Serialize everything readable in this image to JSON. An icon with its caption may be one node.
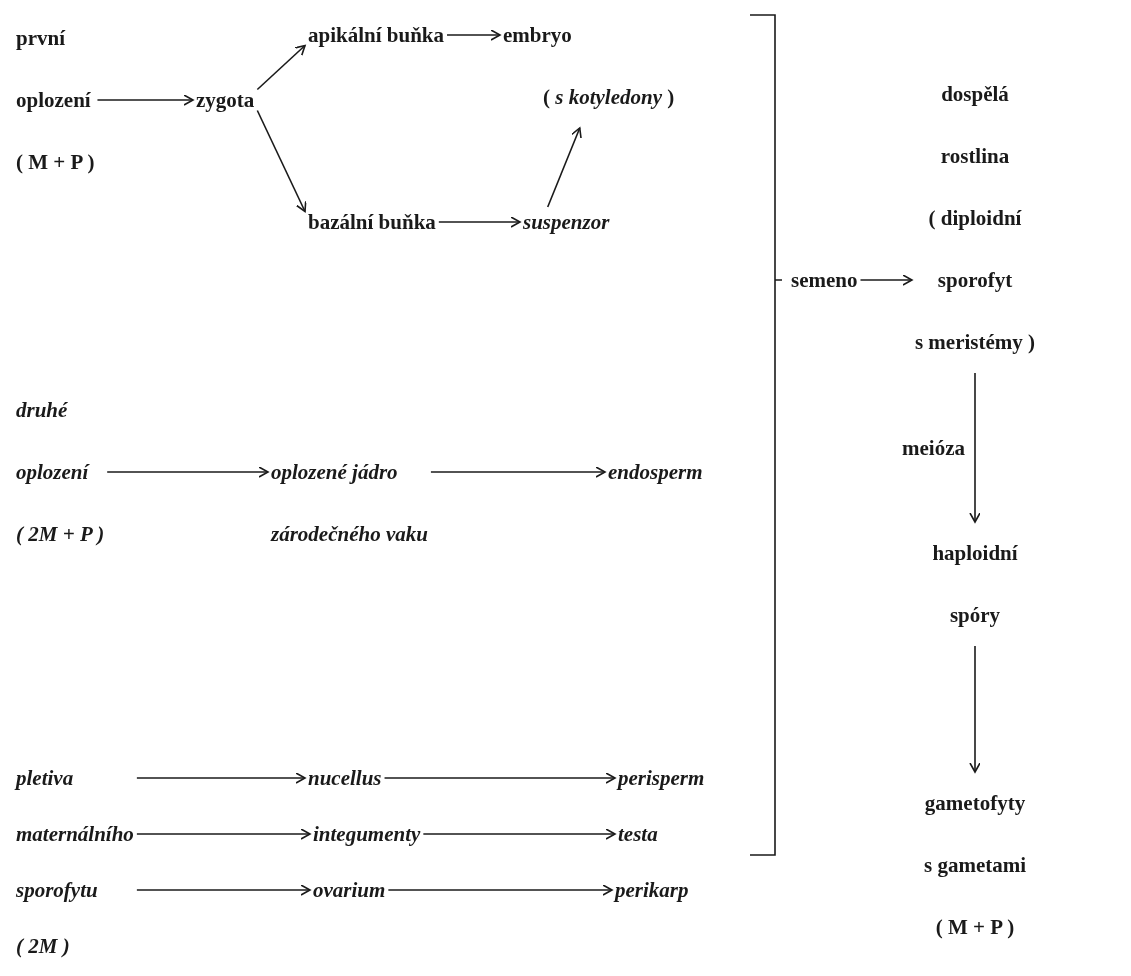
{
  "diagram": {
    "nodes": [
      {
        "text": [
          "první oplození ( M + P )"
        ]
      },
      {
        "text": [
          "zygota"
        ]
      },
      {
        "text": [
          "apikální buňka"
        ]
      },
      {
        "text": [
          "embryo",
          "( *s kotyledony* )"
        ]
      },
      {
        "text": [
          "bazální buňka"
        ]
      },
      {
        "text": [
          "suspenzor"
        ]
      },
      {
        "text": [
          "druhé oplození ( 2M + P )"
        ]
      },
      {
        "text": [
          "oplozené jádro zárodečného vaku"
        ]
      },
      {
        "text": [
          "endosperm"
        ]
      },
      {
        "text": [
          "pletiva maternálního sporofytu ( 2M )"
        ]
      },
      {
        "text": [
          "nucellus"
        ]
      },
      {
        "text": [
          "integumenty"
        ]
      },
      {
        "text": [
          "ovarium"
        ]
      },
      {
        "text": [
          "perisperm"
        ]
      },
      {
        "text": [
          "testa"
        ]
      },
      {
        "text": [
          "perikarp"
        ]
      },
      {
        "text": [
          "semeno"
        ]
      },
      {
        "text": [
          "dospělá rostlina ( diploidní sporofyt s meristémy )"
        ]
      },
      {
        "text": [
          "haploidní spóry"
        ]
      },
      {
        "text": [
          "gametofyty s gametami ( M + P )"
        ]
      }
    ],
    "edges": [
      {
        "from": 0,
        "to": 1,
        "arrow": "to"
      },
      {
        "from": 1,
        "to": 2,
        "arrow": "to"
      },
      {
        "from": 1,
        "to": 4,
        "arrow": "to"
      },
      {
        "from": 2,
        "to": 3,
        "arrow": "to"
      },
      {
        "from": 4,
        "to": 5,
        "arrow": "to"
      },
      {
        "from": 5,
        "to": 3,
        "arrow": "to"
      },
      {
        "from": 6,
        "to": 7,
        "arrow": "to"
      },
      {
        "from": 7,
        "to": 8,
        "arrow": "to"
      },
      {
        "from": 9,
        "to": 10,
        "arrow": "to"
      },
      {
        "from": 9,
        "to": 11,
        "arrow": "to"
      },
      {
        "from": 9,
        "to": 12,
        "arrow": "to"
      },
      {
        "from": 10,
        "to": 13,
        "arrow": "to"
      },
      {
        "from": 11,
        "to": 14,
        "arrow": "to"
      },
      {
        "from": 12,
        "to": 15,
        "arrow": "to"
      },
      {
        "from": 16,
        "to": 17,
        "arrow": "to"
      },
      {
        "from": 17,
        "to": 18,
        "arrow": "to",
        "label": "meióza"
      },
      {
        "from": 18,
        "to": 19,
        "arrow": "to"
      }
    ]
  }
}
